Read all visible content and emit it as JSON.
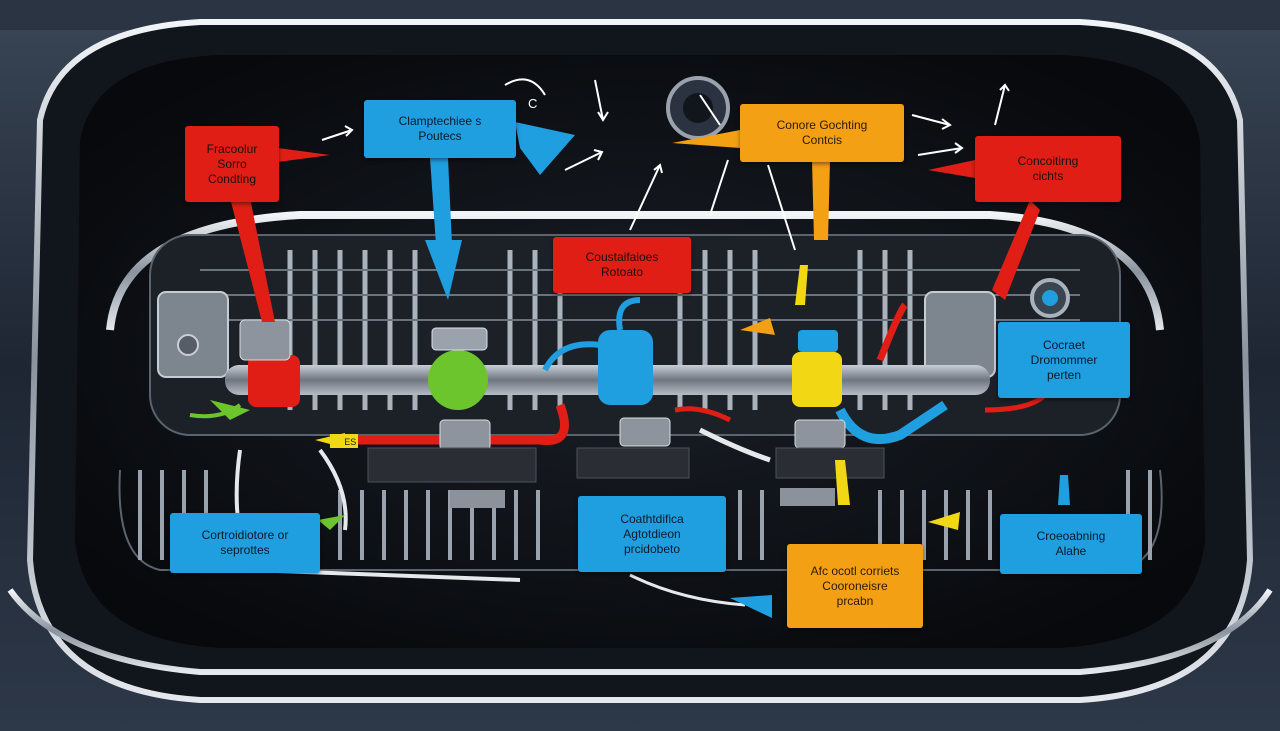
{
  "callouts": {
    "left_red": "Fracoolur\nSorro\nCondting",
    "top_blue": "Clamptechiee s\nPoutecs",
    "top_orange": "Conore Gochting\nContcis",
    "right_red": "Concoitirng\ncichts",
    "center_red": "Coustaifaioes\nRotoato",
    "right_blue": "Cocraet\nDromommer\nperten",
    "bottom_left_blue": "Cortroidiotore or\nseprottes",
    "bottom_center_blue": "Coathtdifica\nAgtotdieon\nprcidobeto",
    "bottom_orange": "Afc ocotl corriets\nCooroneisre\nprcabn",
    "bottom_right_blue": "Croeoabning\nAlahe",
    "pipe_tag": "SUES",
    "top_small_label": "C"
  },
  "colors": {
    "red": "#e01e16",
    "blue": "#1f9ee0",
    "orange": "#f4a015",
    "green": "#6cc52c",
    "yellow": "#f2d814",
    "dashboard": "#1b2230"
  },
  "icons": [
    "arrow-icon"
  ]
}
